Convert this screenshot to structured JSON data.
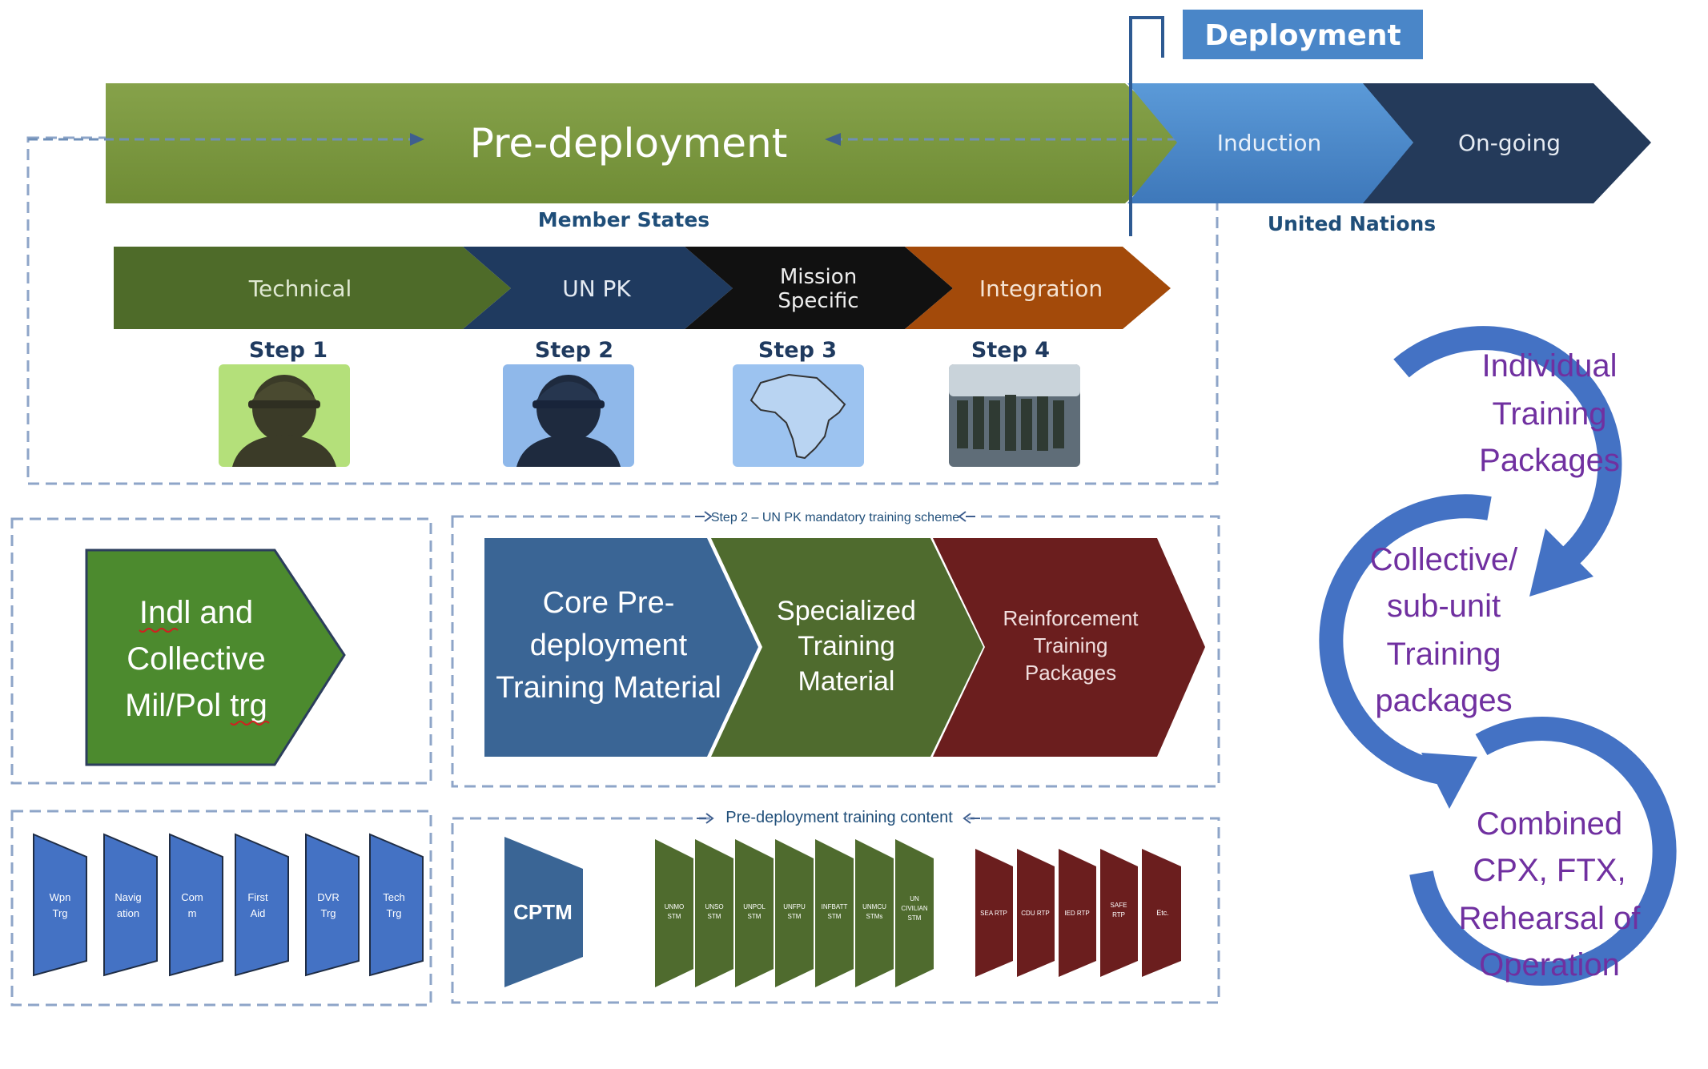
{
  "colors": {
    "green_dark": "#4e6b29",
    "green": "#4c8a2e",
    "olive": "#76923c",
    "navy": "#1f3a5f",
    "black": "#111111",
    "orange": "#a34a0a",
    "blue_mid": "#4a86c8",
    "blue_dark": "#1f3556",
    "blue_ring": "#4472c4",
    "maroon": "#6b1e1e",
    "steel": "#3d6a9c",
    "purple": "#7030a0",
    "label_blue": "#1f4e79"
  },
  "top": {
    "deployment": "Deployment",
    "pre_deployment": "Pre-deployment",
    "induction": "Induction",
    "ongoing": "On-going",
    "member_states": "Member States",
    "united_nations": "United Nations"
  },
  "steps": [
    {
      "chevron": "Technical",
      "label": "Step 1",
      "image": "soldier-icon"
    },
    {
      "chevron": "UN PK",
      "label": "Step 2",
      "image": "soldier-icon"
    },
    {
      "chevron_lines": [
        "Mission",
        "Specific"
      ],
      "label": "Step 3",
      "image": "africa-map-icon"
    },
    {
      "chevron": "Integration",
      "label": "Step 4",
      "image": "troops-photo"
    }
  ],
  "indl_box": {
    "lines": [
      "Indl and",
      "Collective",
      "Mil/Pol trg"
    ]
  },
  "scheme": {
    "title": "Step 2 – UN PK mandatory training scheme",
    "chevrons": [
      {
        "lines": [
          "Core Pre-",
          "deployment",
          "Training Material"
        ]
      },
      {
        "lines": [
          "Specialized",
          "Training",
          "Material"
        ]
      },
      {
        "lines": [
          "Reinforcement",
          "Training",
          "Packages"
        ]
      }
    ]
  },
  "modules": [
    {
      "lines": [
        "Wpn",
        "Trg"
      ]
    },
    {
      "lines": [
        "Navig",
        "ation"
      ]
    },
    {
      "lines": [
        "Com",
        "m"
      ]
    },
    {
      "lines": [
        "First",
        "Aid"
      ]
    },
    {
      "lines": [
        "DVR",
        "Trg"
      ]
    },
    {
      "lines": [
        "Tech",
        "Trg"
      ]
    }
  ],
  "content": {
    "title": "Pre-deployment training content",
    "cptm": "CPTM",
    "stm": [
      {
        "lines": [
          "UNMO",
          "STM"
        ]
      },
      {
        "lines": [
          "UNSO",
          "STM"
        ]
      },
      {
        "lines": [
          "UNPOL",
          "STM"
        ]
      },
      {
        "lines": [
          "UNFPU",
          "STM"
        ]
      },
      {
        "lines": [
          "INFBATT",
          "STM"
        ]
      },
      {
        "lines": [
          "UNMCU",
          "STMs"
        ]
      },
      {
        "lines": [
          "UN",
          "CIVILIAN",
          "STM"
        ]
      }
    ],
    "rtp": [
      {
        "lines": [
          "SEA RTP"
        ]
      },
      {
        "lines": [
          "CDU RTP"
        ]
      },
      {
        "lines": [
          "IED RTP"
        ]
      },
      {
        "lines": [
          "SAFE",
          "RTP"
        ]
      },
      {
        "lines": [
          "Etc."
        ]
      }
    ]
  },
  "circles": [
    {
      "lines": [
        "Individual",
        "Training",
        "Packages"
      ]
    },
    {
      "lines": [
        "Collective/",
        "sub-unit",
        "Training",
        "packages"
      ]
    },
    {
      "lines": [
        "Combined",
        "CPX, FTX,",
        "Rehearsal of",
        "Operation"
      ]
    }
  ]
}
